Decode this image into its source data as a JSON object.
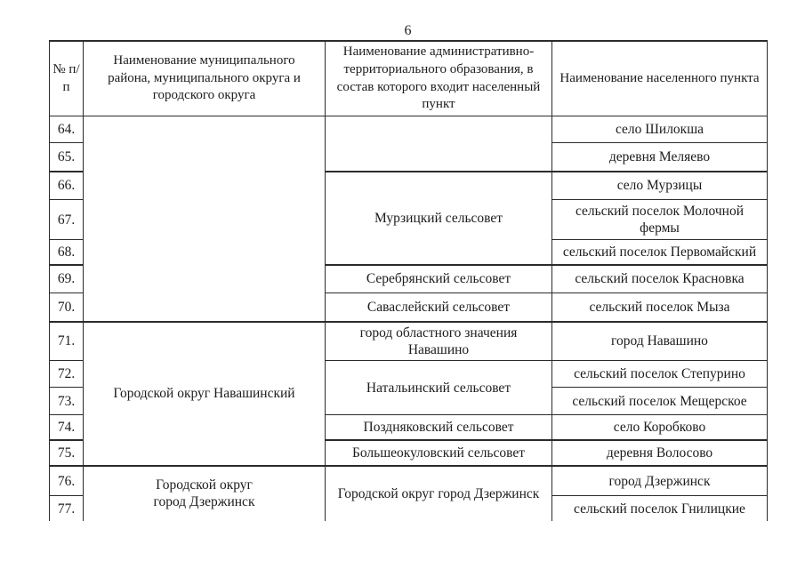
{
  "page": {
    "number": "6"
  },
  "colors": {
    "border": "#2b2b2b",
    "text": "#1c1c1c",
    "background": "#ffffff"
  },
  "table": {
    "columns": [
      "№ п/п",
      "Наименование муниципального района, муниципального округа и городского округа",
      "Наименование административно-территориального образования, в состав которого входит населенный пункт",
      "Наименование населенного пункта"
    ],
    "rows": [
      {
        "num": "64.",
        "settlement": "село Шилокша"
      },
      {
        "num": "65.",
        "settlement": "деревня Меляево"
      },
      {
        "num": "66.",
        "settlement": "село Мурзицы",
        "unit": "Мурзицкий сельсовет"
      },
      {
        "num": "67.",
        "settlement": "сельский поселок Молочной фермы"
      },
      {
        "num": "68.",
        "settlement": "сельский поселок Первомайский"
      },
      {
        "num": "69.",
        "settlement": "сельский поселок Красновка",
        "unit": "Серебрянский сельсовет"
      },
      {
        "num": "70.",
        "settlement": "сельский поселок Мыза",
        "unit": "Саваслейский сельсовет"
      },
      {
        "num": "71.",
        "settlement": "город Навашино",
        "district": "Городской округ Навашинский",
        "unit": "город областного значения\nНавашино"
      },
      {
        "num": "72.",
        "settlement": "сельский поселок Степурино",
        "unit": "Натальинский сельсовет"
      },
      {
        "num": "73.",
        "settlement": "сельский поселок Мещерское"
      },
      {
        "num": "74.",
        "settlement": "село Коробково",
        "unit": "Поздняковский сельсовет"
      },
      {
        "num": "75.",
        "settlement": "деревня Волосово",
        "unit": "Большеокуловский сельсовет"
      },
      {
        "num": "76.",
        "settlement": "город Дзержинск",
        "district": "Городской округ\nгород Дзержинск",
        "unit": "Городской округ город Дзержинск"
      },
      {
        "num": "77.",
        "settlement": "сельский поселок Гнилицкие"
      }
    ]
  }
}
